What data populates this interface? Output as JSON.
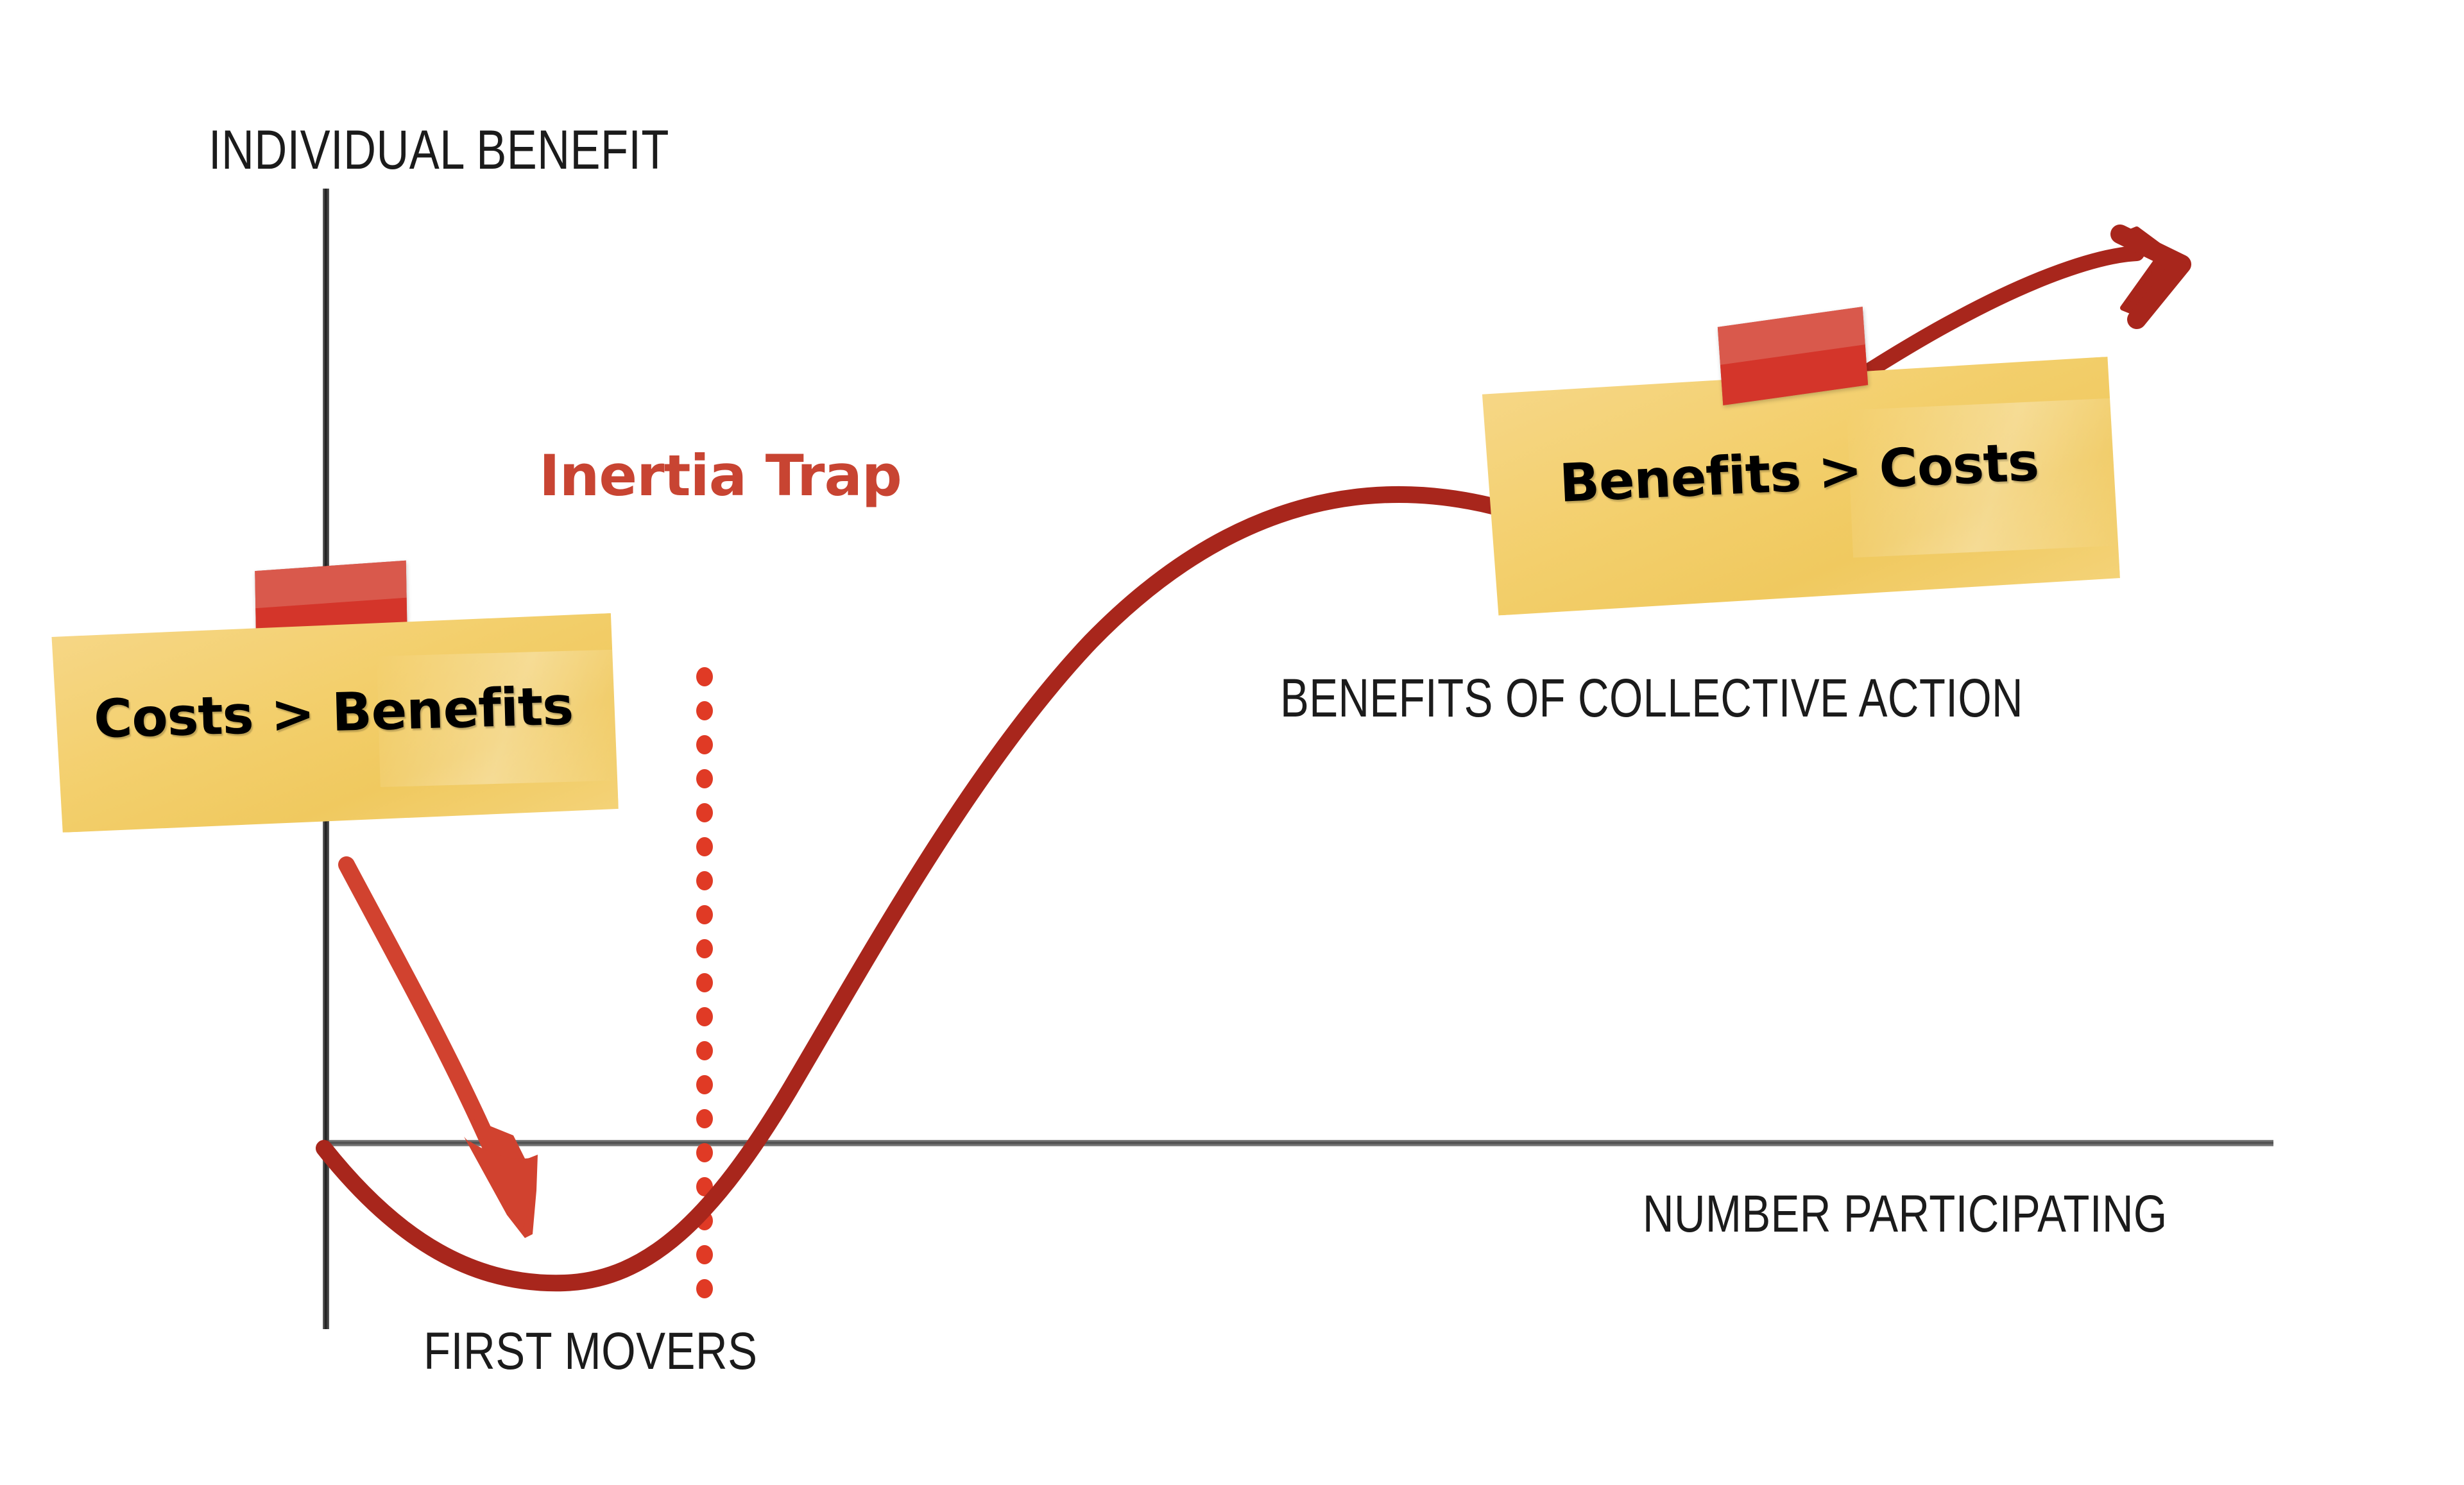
{
  "diagram": {
    "title_concept": "Inertia Trap / collective action threshold curve",
    "background_color": "#ffffff"
  },
  "axes": {
    "y_label": "INDIVIDUAL BENEFIT",
    "x_label": "NUMBER PARTICIPATING",
    "y_axis_color": "#1b1b1b",
    "x_axis_color": "#555555"
  },
  "annotations": {
    "inertia_trap": "Inertia Trap",
    "curve_label": "BENEFITS OF COLLECTIVE ACTION",
    "threshold_label": "FIRST MOVERS"
  },
  "notes": {
    "left": {
      "text": "Costs > Benefits",
      "paper_color": "#f3cf6c",
      "tape_color": "#d4352a",
      "text_color": "#000000"
    },
    "right": {
      "text": "Benefits > Costs",
      "paper_color": "#f3cf6c",
      "tape_color": "#d4352a",
      "text_color": "#000000"
    }
  },
  "colors": {
    "curve_red": "#a8261c",
    "arrow_red": "#d1422f",
    "accent_red": "#c84432",
    "dotted_red": "#e03a25",
    "ink_black": "#1b1b1b"
  },
  "chart_data": {
    "type": "line",
    "title": "",
    "xlabel": "NUMBER PARTICIPATING",
    "ylabel": "INDIVIDUAL BENEFIT",
    "grid": false,
    "legend": "none",
    "series": [
      {
        "name": "Benefits of collective action",
        "description": "J-curve: dips below zero then rises steeply and levels off above zero",
        "x": [
          0,
          8,
          16,
          22,
          28,
          36,
          46,
          58,
          70,
          82,
          92,
          100
        ],
        "y": [
          0,
          -9,
          -15,
          -16,
          -12,
          0,
          22,
          46,
          66,
          80,
          89,
          95
        ]
      }
    ],
    "annotations": [
      {
        "label": "Inertia Trap",
        "region": "below-zero dip",
        "color": "#c84432"
      },
      {
        "label": "Costs > Benefits",
        "region": "low participation",
        "type": "sticky-note"
      },
      {
        "label": "Benefits > Costs",
        "region": "high participation",
        "type": "sticky-note"
      },
      {
        "label": "FIRST MOVERS",
        "x": 36,
        "type": "threshold-dotted-line",
        "color": "#e03a25"
      }
    ],
    "markers": {
      "zero_crossing_x": 36,
      "minimum": {
        "x": 22,
        "y": -16
      }
    }
  }
}
